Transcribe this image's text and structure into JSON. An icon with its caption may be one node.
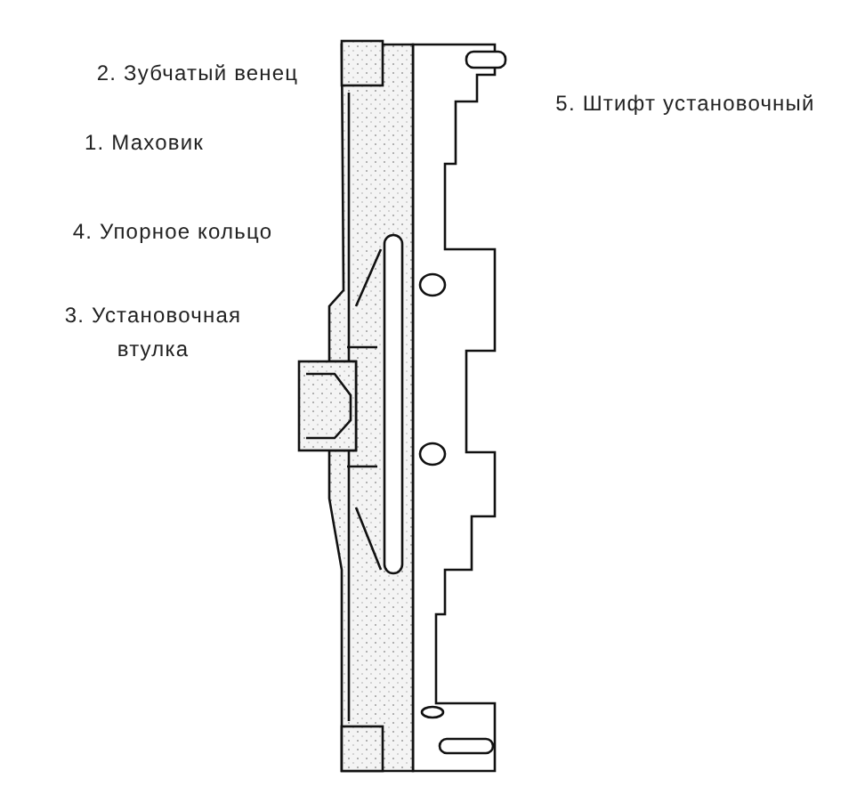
{
  "diagram": {
    "labels": [
      "2. Зубчатый венец",
      "1. Маховик",
      "5. Штифт установочный",
      "4. Упорное кольцо",
      "3. Установочная втулка"
    ]
  }
}
